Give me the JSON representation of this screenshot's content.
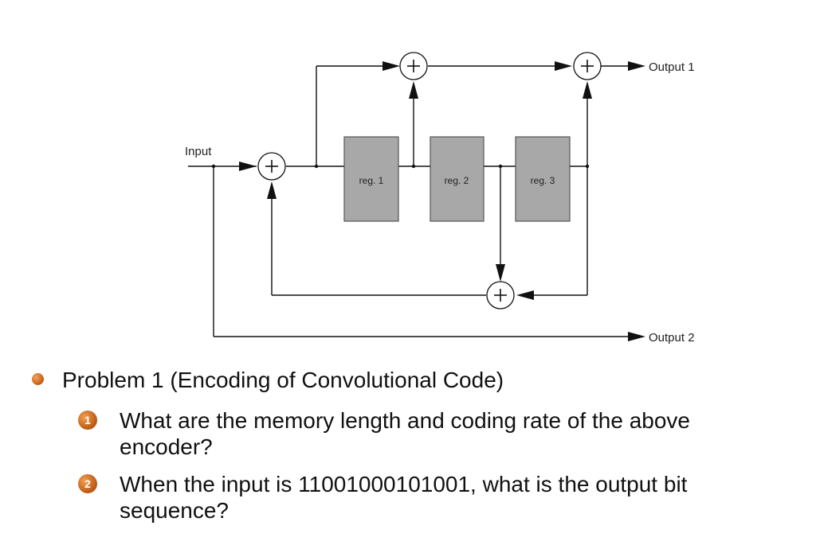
{
  "diagram": {
    "input_label": "Input",
    "output1_label": "Output 1",
    "output2_label": "Output 2",
    "registers": [
      "reg. 1",
      "reg. 2",
      "reg. 3"
    ],
    "adder_symbol": "+"
  },
  "problem": {
    "title": "Problem 1 (Encoding of Convolutional Code)",
    "questions": [
      {
        "number": "1",
        "line1": "What are the memory length and coding rate of the above",
        "line2": "encoder?"
      },
      {
        "number": "2",
        "line1": "When the input is 11001000101001, what is the output bit",
        "line2": "sequence?"
      }
    ]
  },
  "colors": {
    "bullet": "#d06a1c",
    "register_fill": "#a8a8a8"
  }
}
